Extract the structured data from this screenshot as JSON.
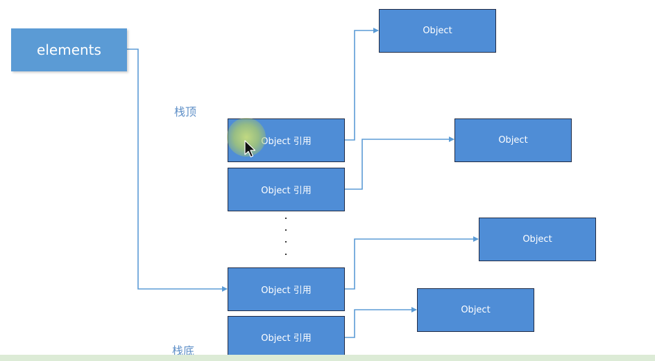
{
  "diagram": {
    "source_label": "elements",
    "stack_top_label": "栈顶",
    "stack_bottom_label": "栈底",
    "references": [
      {
        "label": "Object 引用"
      },
      {
        "label": "Object 引用"
      },
      {
        "label": "Object 引用"
      },
      {
        "label": "Object 引用"
      }
    ],
    "objects": [
      {
        "label": "Object"
      },
      {
        "label": "Object"
      },
      {
        "label": "Object"
      },
      {
        "label": "Object"
      }
    ]
  },
  "colors": {
    "box_fill": "#4f8dd6",
    "elements_fill": "#5b9bd5",
    "connector": "#5b9bd5",
    "label_text": "#5e8fc7"
  }
}
